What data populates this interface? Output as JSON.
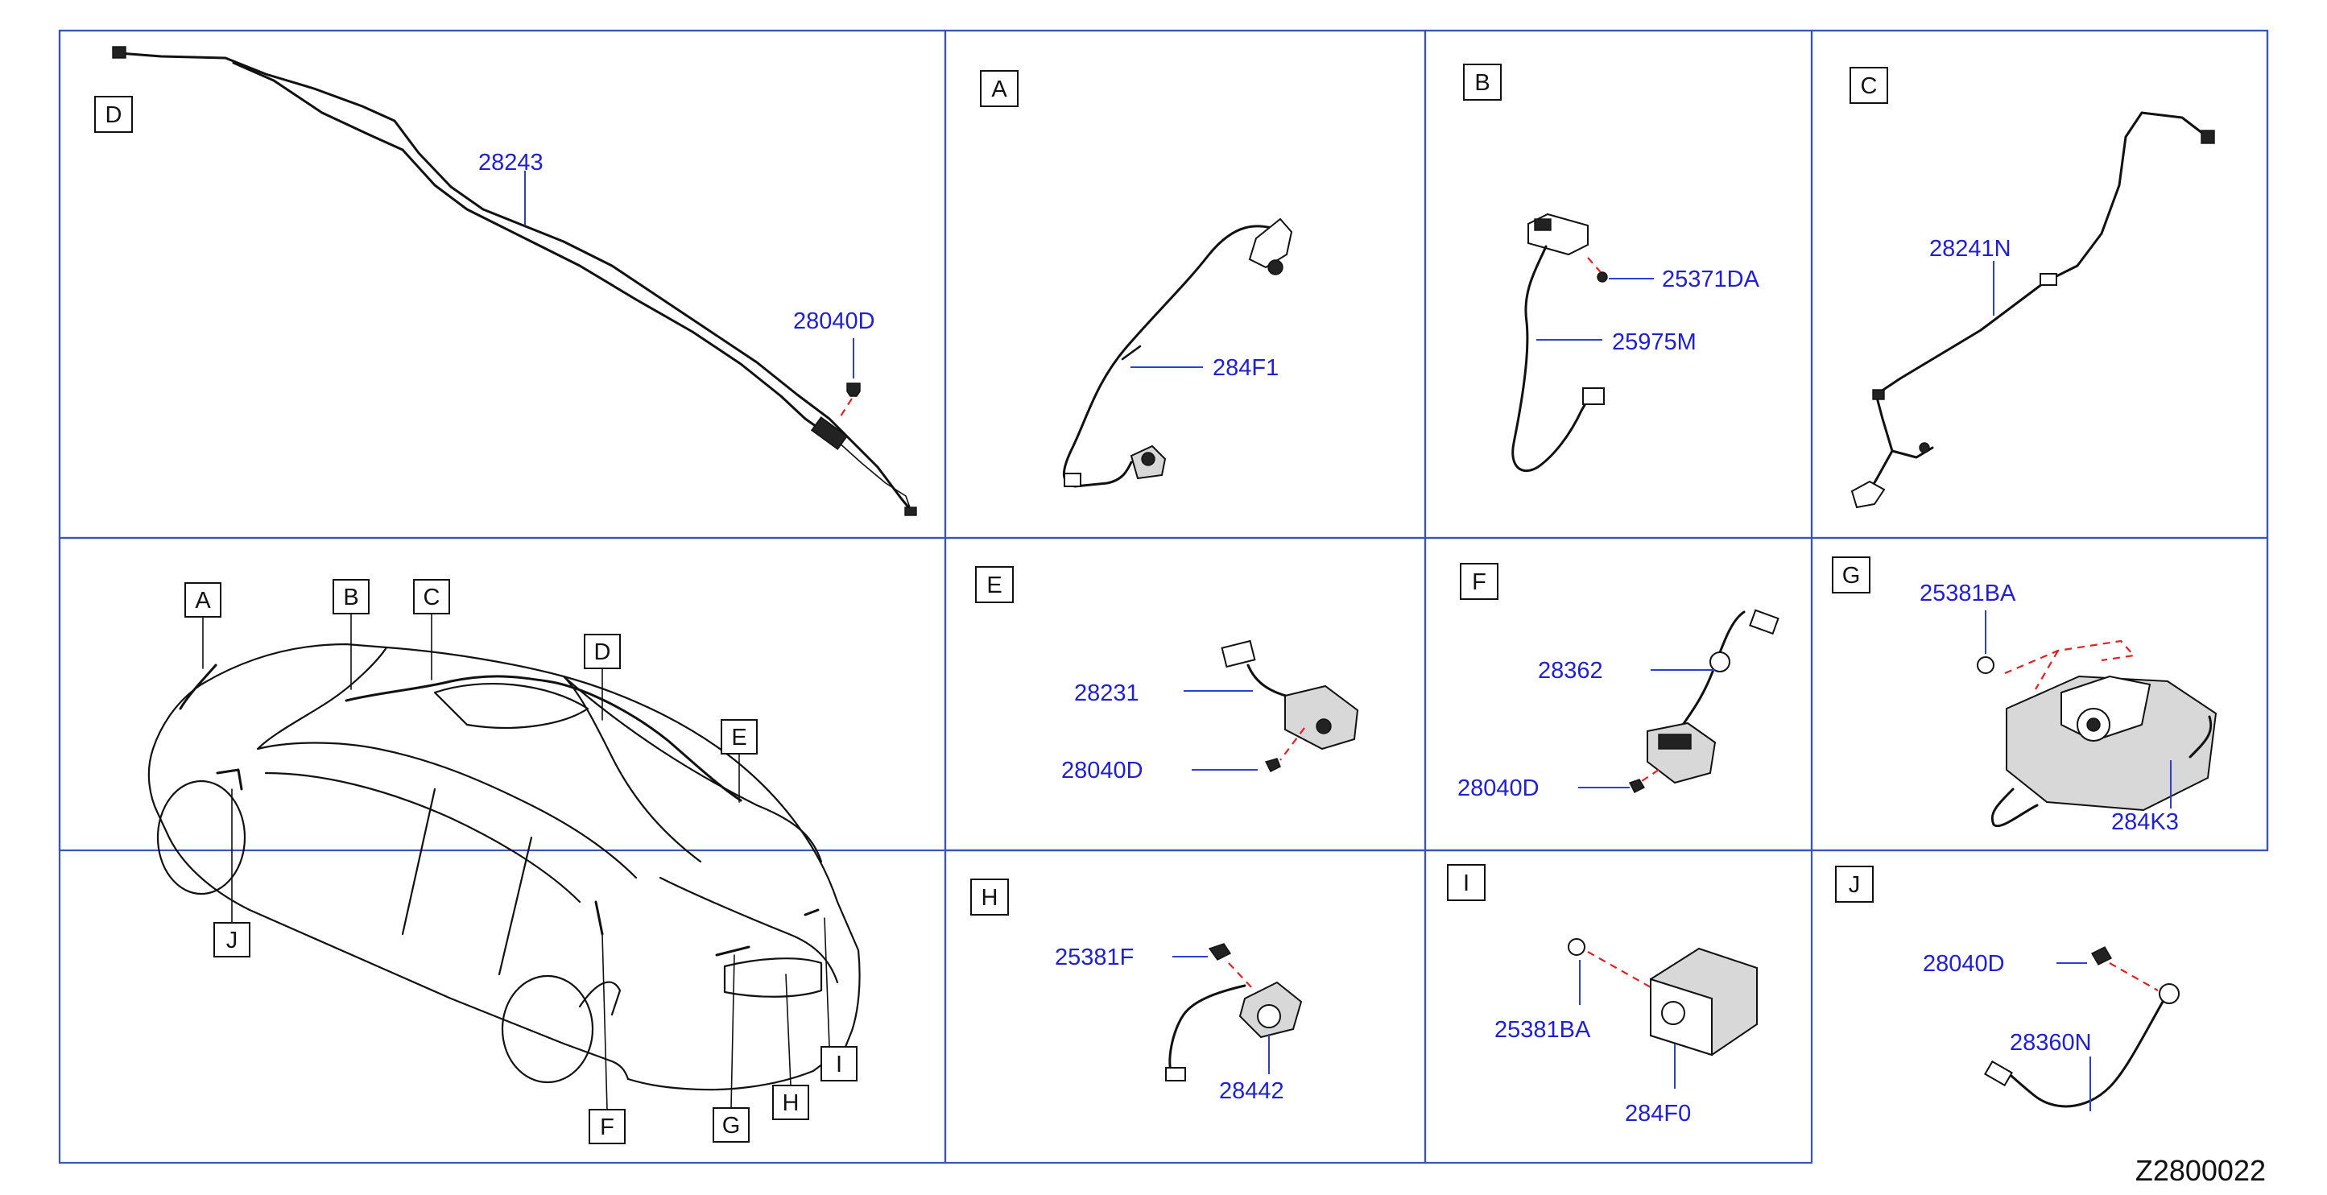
{
  "diagram_code": "Z2800022",
  "panels": {
    "D": {
      "letter": "D",
      "parts": [
        "28243",
        "28040D"
      ]
    },
    "A": {
      "letter": "A",
      "parts": [
        "284F1"
      ]
    },
    "B": {
      "letter": "B",
      "parts": [
        "25371DA",
        "25975M"
      ]
    },
    "C": {
      "letter": "C",
      "parts": [
        "28241N"
      ]
    },
    "E": {
      "letter": "E",
      "parts": [
        "28231",
        "28040D"
      ]
    },
    "F": {
      "letter": "F",
      "parts": [
        "28362",
        "28040D"
      ]
    },
    "G": {
      "letter": "G",
      "parts": [
        "25381BA",
        "284K3"
      ]
    },
    "H": {
      "letter": "H",
      "parts": [
        "25381F",
        "28442"
      ]
    },
    "I": {
      "letter": "I",
      "parts": [
        "25381BA",
        "284F0"
      ]
    },
    "J": {
      "letter": "J",
      "parts": [
        "28040D",
        "28360N"
      ]
    }
  },
  "overview": {
    "callouts": [
      "A",
      "B",
      "C",
      "D",
      "E",
      "J",
      "F",
      "G",
      "H",
      "I"
    ]
  }
}
